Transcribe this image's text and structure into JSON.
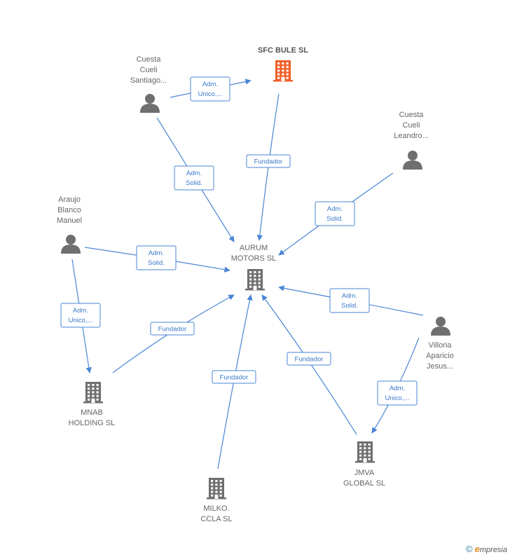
{
  "nodes": [
    {
      "id": "sfc",
      "type": "company",
      "highlight": true,
      "label": [
        "SFC BULE  SL"
      ]
    },
    {
      "id": "aurum",
      "type": "company",
      "highlight": false,
      "label": [
        "AURUM",
        "MOTORS  SL"
      ]
    },
    {
      "id": "mnab",
      "type": "company",
      "highlight": false,
      "label": [
        "MNAB",
        "HOLDING  SL"
      ]
    },
    {
      "id": "milko",
      "type": "company",
      "highlight": false,
      "label": [
        "MILKO.",
        "CCLA  SL"
      ]
    },
    {
      "id": "jmva",
      "type": "company",
      "highlight": false,
      "label": [
        "JMVA",
        "GLOBAL  SL"
      ]
    },
    {
      "id": "santiago",
      "type": "person",
      "highlight": false,
      "label": [
        "Cuesta",
        "Cueli",
        "Santiago..."
      ]
    },
    {
      "id": "leandro",
      "type": "person",
      "highlight": false,
      "label": [
        "Cuesta",
        "Cueli",
        "Leandro..."
      ]
    },
    {
      "id": "araujo",
      "type": "person",
      "highlight": false,
      "label": [
        "Araujo",
        "Blanco",
        "Manuel"
      ]
    },
    {
      "id": "villoria",
      "type": "person",
      "highlight": false,
      "label": [
        "Villoria",
        "Aparicio",
        "Jesus..."
      ]
    }
  ],
  "edges": [
    {
      "from": "santiago",
      "to": "sfc",
      "label": [
        "Adm.",
        "Unico,..."
      ]
    },
    {
      "from": "santiago",
      "to": "aurum",
      "label": [
        "Adm.",
        "Solid."
      ]
    },
    {
      "from": "sfc",
      "to": "aurum",
      "label": [
        "Fundador"
      ]
    },
    {
      "from": "leandro",
      "to": "aurum",
      "label": [
        "Adm.",
        "Solid."
      ]
    },
    {
      "from": "araujo",
      "to": "aurum",
      "label": [
        "Adm.",
        "Solid."
      ]
    },
    {
      "from": "araujo",
      "to": "mnab",
      "label": [
        "Adm.",
        "Unico,..."
      ]
    },
    {
      "from": "mnab",
      "to": "aurum",
      "label": [
        "Fundador"
      ]
    },
    {
      "from": "milko",
      "to": "aurum",
      "label": [
        "Fundador"
      ]
    },
    {
      "from": "jmva",
      "to": "aurum",
      "label": [
        "Fundador"
      ]
    },
    {
      "from": "villoria",
      "to": "aurum",
      "label": [
        "Adm.",
        "Solid."
      ]
    },
    {
      "from": "villoria",
      "to": "jmva",
      "label": [
        "Adm.",
        "Unico,..."
      ]
    }
  ],
  "colors": {
    "edge": "#4a86d4",
    "company": "#6f6f6f",
    "company_highlight": "#f0602a",
    "person": "#6f6f6f",
    "label": "#666666"
  },
  "footer": {
    "copyright_symbol": "©",
    "brand_initial": "e",
    "brand_rest": "mpresia"
  }
}
